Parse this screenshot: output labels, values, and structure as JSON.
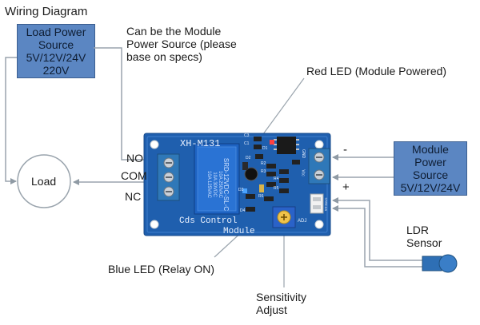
{
  "title": "Wiring Diagram",
  "load_power_box": {
    "lines": [
      "Load Power",
      "Source",
      "5V/12V/24V",
      "220V"
    ]
  },
  "note": {
    "lines": [
      "Can be the Module",
      "Power Source (please",
      "base on specs)"
    ]
  },
  "red_led_label": "Red LED (Module Powered)",
  "load_label": "Load",
  "terminals": {
    "no": "NO",
    "com": "COM",
    "nc": "NC"
  },
  "module_power_box": {
    "lines": [
      "Module",
      "Power",
      "Source",
      "5V/12V/24V"
    ]
  },
  "polarity": {
    "minus": "-",
    "plus": "+"
  },
  "ldr_label": {
    "lines": [
      "LDR",
      "Sensor"
    ]
  },
  "blue_led_label": "Blue LED (Relay ON)",
  "sensitivity_label": {
    "lines": [
      "Sensitivity",
      "Adjust"
    ]
  },
  "board": {
    "model": "XH-M131",
    "footer_line1": "Cds Control",
    "footer_line2": "Module",
    "relay_text": [
      "SRD-12VDC-SL-C",
      "10A 250VAC",
      "10A 30VDC",
      "10A 125VAC"
    ],
    "pin_labels": [
      "GND",
      "Vcc",
      "ADJ",
      "GND",
      "CDS",
      "C3",
      "C1",
      "R2",
      "R3",
      "R4",
      "R5",
      "R6",
      "D1",
      "D2",
      "D3",
      "D4"
    ]
  },
  "colors": {
    "box_fill": "#5b86c2",
    "pcb": "#1f5fae",
    "wire": "#9aa4ad",
    "terminal": "#2f78b8"
  }
}
